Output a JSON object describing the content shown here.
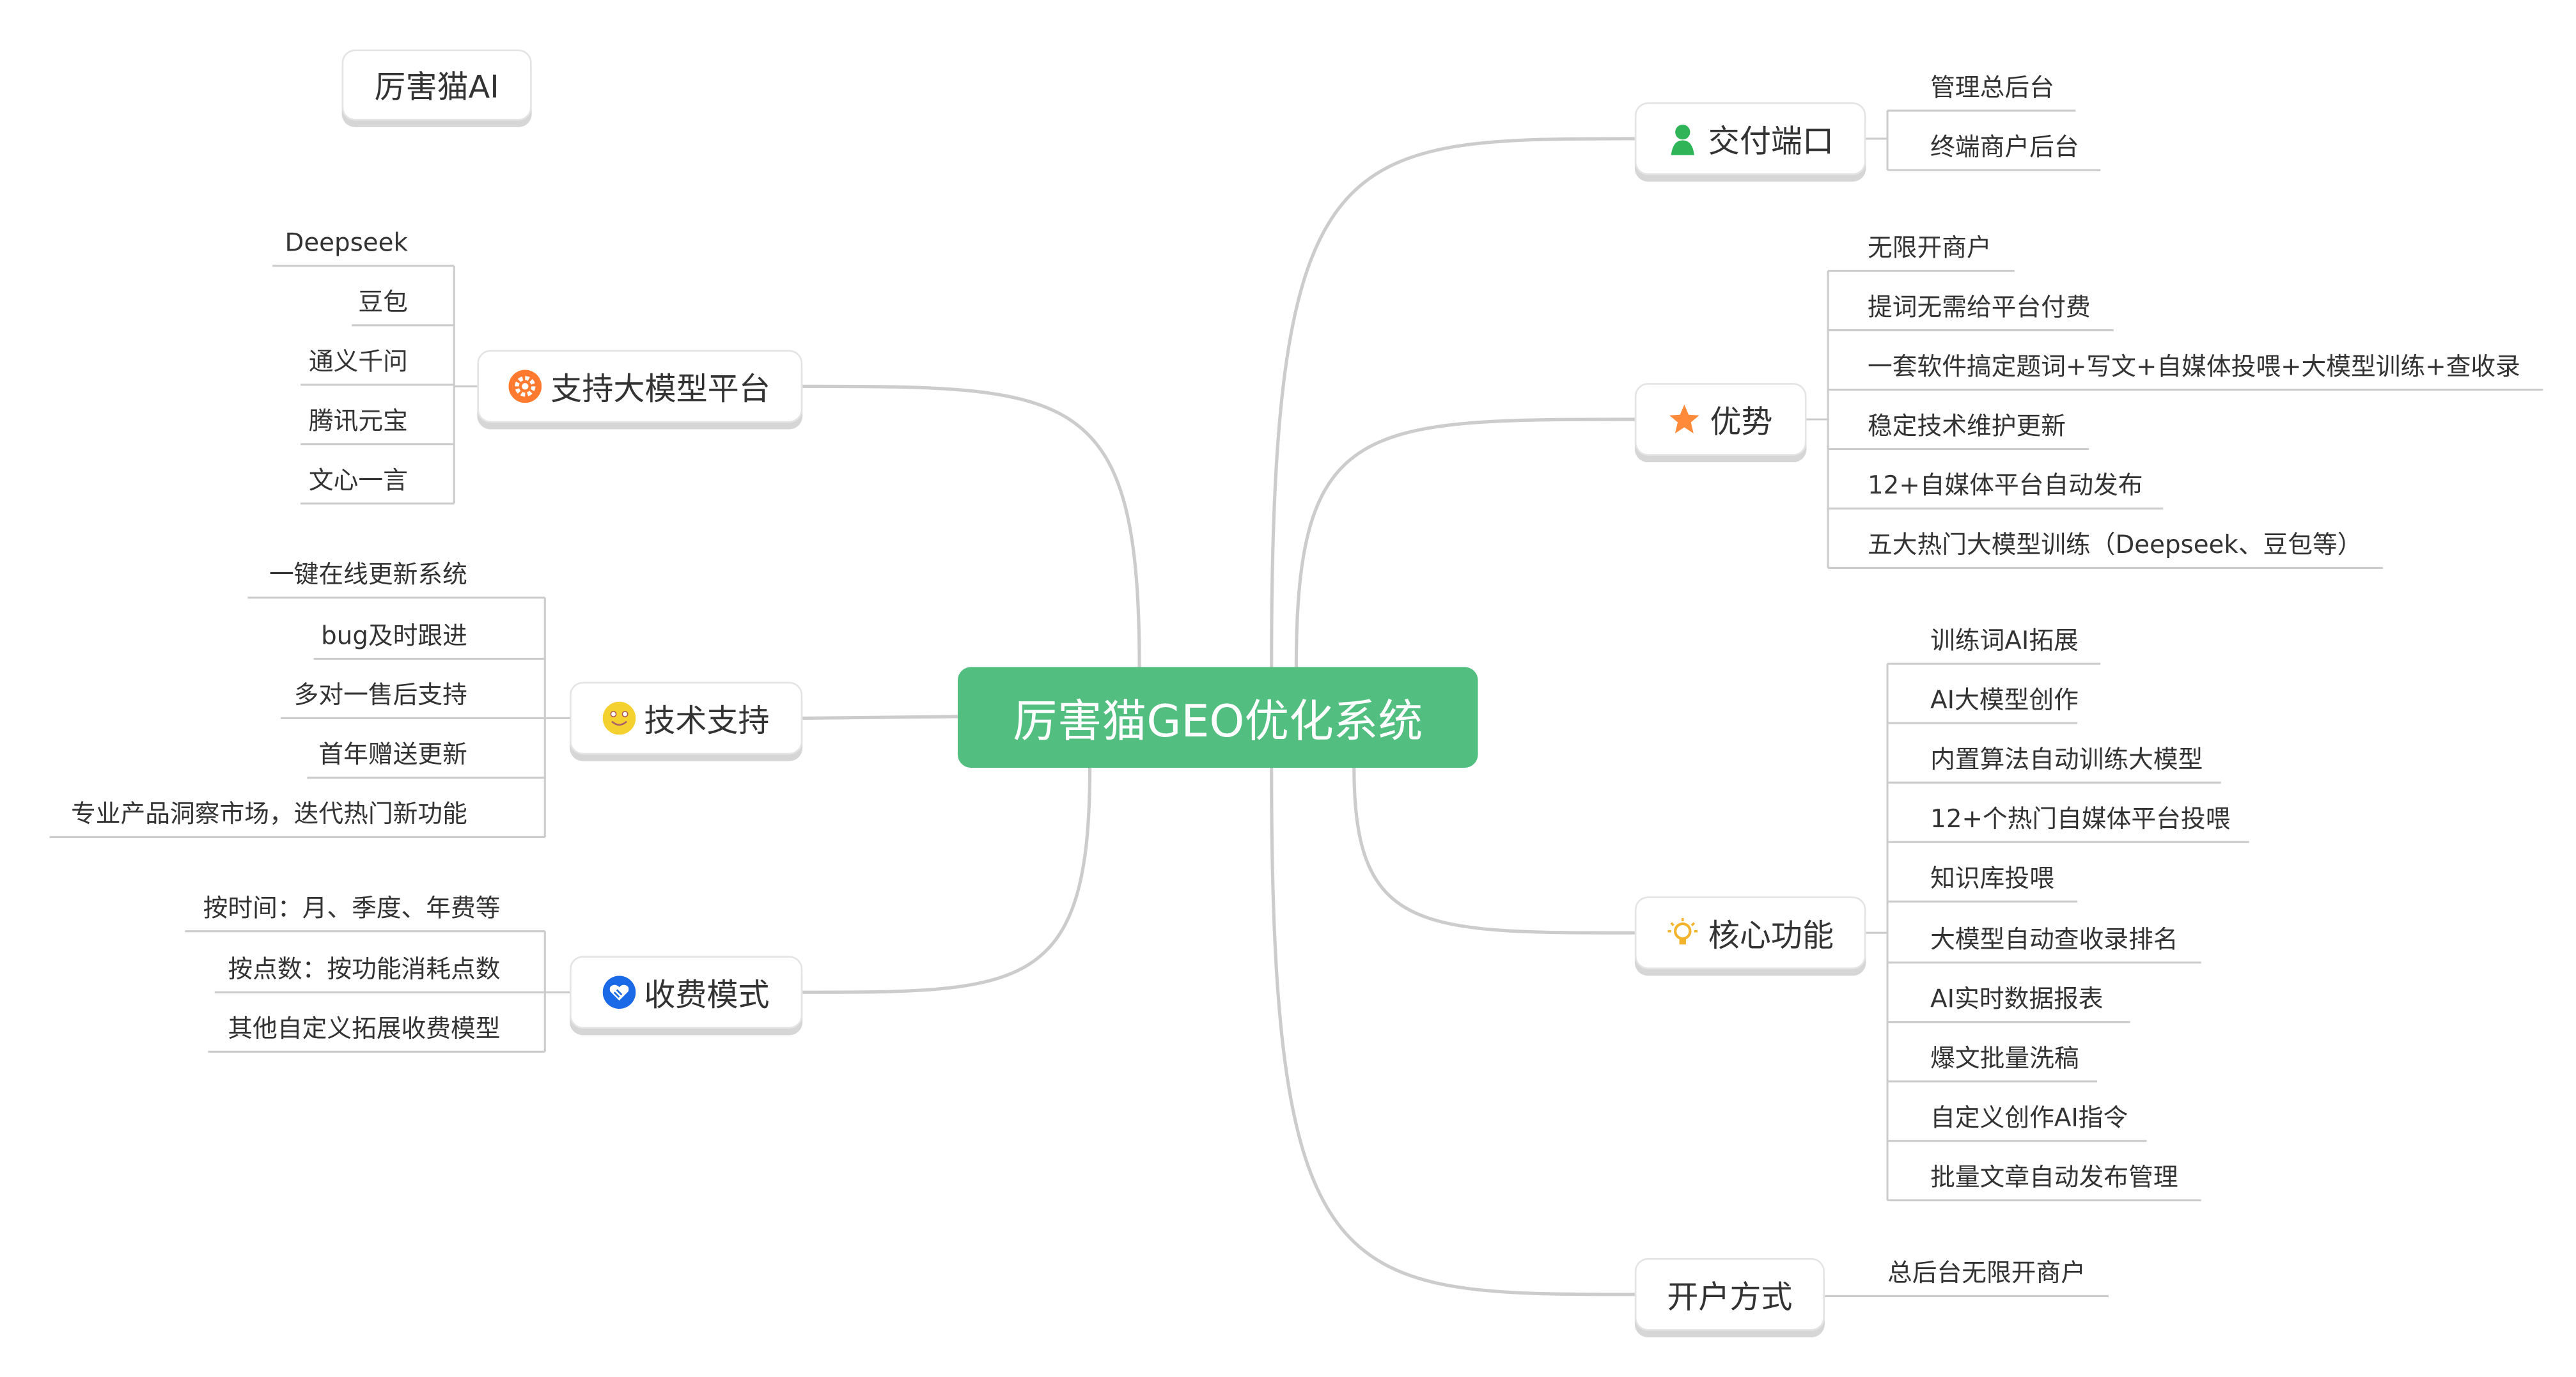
{
  "floating_topic": "厉害猫AI",
  "central_topic": "厉害猫GEO优化系统",
  "colors": {
    "center": "#52be80",
    "line": "#cccccc",
    "person": "#2fb457",
    "star": "#ff8a3a",
    "gear": "#ff7a2e",
    "smile": "#f5d130",
    "coin": "#1a6ae8",
    "bulb": "#f3b32a"
  },
  "branches": {
    "delivery": {
      "label": "交付端口",
      "icon": "person-icon",
      "children": [
        "管理总后台",
        "终端商户后台"
      ]
    },
    "advantages": {
      "label": "优势",
      "icon": "star-icon",
      "children": [
        "无限开商户",
        "提词无需给平台付费",
        "一套软件搞定题词+写文+自媒体投喂+大模型训练+查收录",
        "稳定技术维护更新",
        "12+自媒体平台自动发布",
        "五大热门大模型训练（Deepseek、豆包等）"
      ]
    },
    "core": {
      "label": "核心功能",
      "icon": "bulb-icon",
      "children": [
        "训练词AI拓展",
        "AI大模型创作",
        "内置算法自动训练大模型",
        "12+个热门自媒体平台投喂",
        "知识库投喂",
        "大模型自动查收录排名",
        "AI实时数据报表",
        "爆文批量洗稿",
        "自定义创作AI指令",
        "批量文章自动发布管理"
      ]
    },
    "account": {
      "label": "开户方式",
      "icon": "",
      "children": [
        "总后台无限开商户"
      ]
    },
    "models": {
      "label": "支持大模型平台",
      "icon": "gear-icon",
      "children": [
        "Deepseek",
        "豆包",
        "通义千问",
        "腾讯元宝",
        "文心一言"
      ]
    },
    "support": {
      "label": "技术支持",
      "icon": "smile-icon",
      "children": [
        "一键在线更新系统",
        "bug及时跟进",
        "多对一售后支持",
        "首年赠送更新",
        "专业产品洞察市场，迭代热门新功能"
      ]
    },
    "pricing": {
      "label": "收费模式",
      "icon": "coin-icon",
      "children": [
        "按时间：月、季度、年费等",
        "按点数：按功能消耗点数",
        "其他自定义拓展收费模型"
      ]
    }
  }
}
